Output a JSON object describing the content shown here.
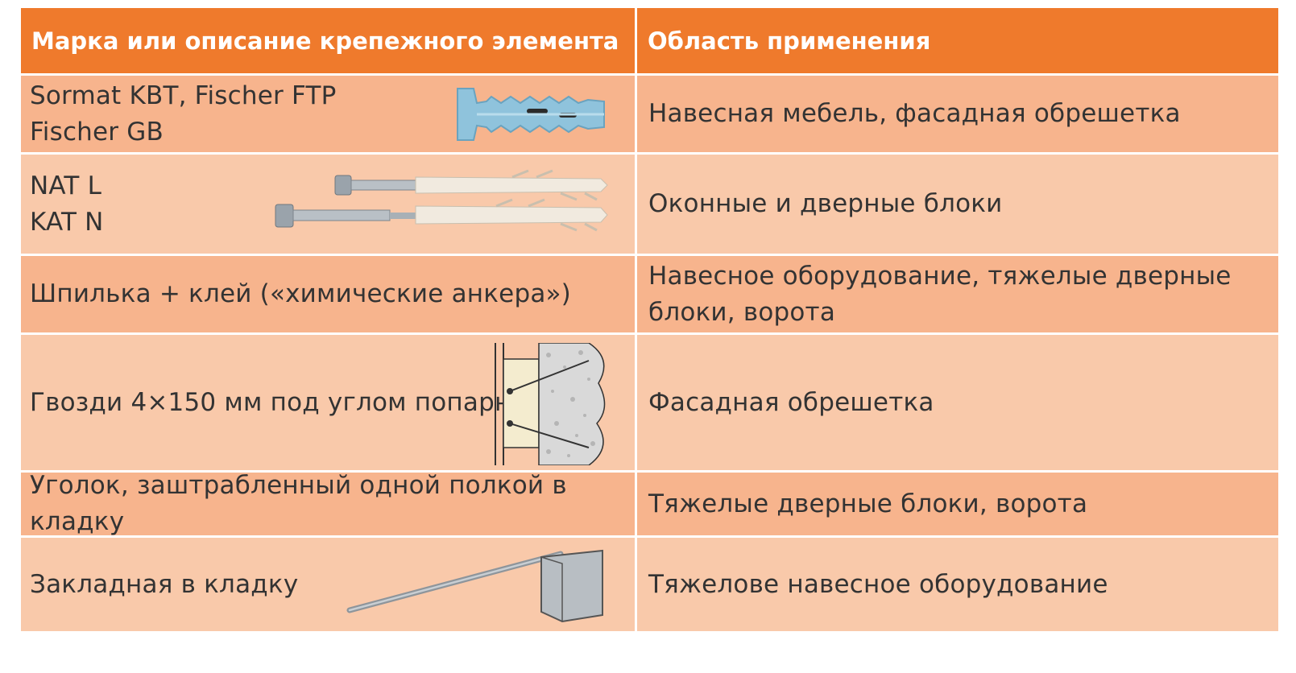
{
  "table": {
    "headers": {
      "fastener": "Марка или описание крепежного элемента",
      "application": "Область применения"
    },
    "rows": [
      {
        "fastener_lines": [
          "Sormat KBT, Fischer FTP",
          "Fischer GB"
        ],
        "application_lines": [
          "Навесная мебель, фасадная обрешетка"
        ],
        "illustration": "plastic-screw-anchor-icon"
      },
      {
        "fastener_lines": [
          "NAT L",
          "KAT N"
        ],
        "application_lines": [
          "Оконные и дверные блоки"
        ],
        "illustration": "frame-anchor-screws-icon"
      },
      {
        "fastener_lines": [
          "Шпилька + клей («химические анкера»)"
        ],
        "application_lines": [
          "Навесное оборудование, тяжелые дверные",
          "блоки, ворота"
        ],
        "illustration": ""
      },
      {
        "fastener_lines": [
          "Гвозди 4×150 мм под углом попарно"
        ],
        "application_lines": [
          "Фасадная обрешетка"
        ],
        "illustration": "angled-nails-diagram-icon"
      },
      {
        "fastener_lines": [
          "Уголок, заштрабленный одной полкой в кладку"
        ],
        "application_lines": [
          "Тяжелые дверные блоки, ворота"
        ],
        "illustration": ""
      },
      {
        "fastener_lines": [
          "Закладная в кладку"
        ],
        "application_lines": [
          "Тяжелове навесное оборудование"
        ],
        "illustration": "embedded-plate-icon"
      }
    ]
  },
  "colors": {
    "header": "#ef7a2c",
    "row_dark": "#f7b48d",
    "row_light": "#f9c9aa",
    "text": "#333333"
  }
}
